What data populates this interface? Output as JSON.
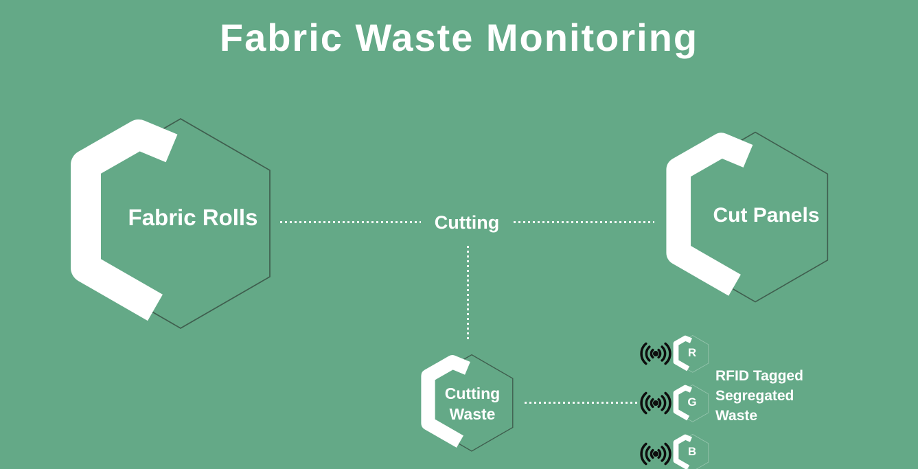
{
  "title": "Fabric Waste Monitoring",
  "colors": {
    "background": "#64a987",
    "hex_outline": "#3f5e4e",
    "text": "#ffffff",
    "rfid_icon": "#0d0d0d"
  },
  "icons": {
    "node_icon": "hex-c-badge-icon",
    "rfid_icon": "rfid-signal-icon"
  },
  "diagram": {
    "fabric_rolls": {
      "label": "Fabric Rolls"
    },
    "cut_panels": {
      "label": "Cut Panels"
    },
    "cutting_waste": {
      "line1": "Cutting",
      "line2": "Waste"
    },
    "connector_label": "Cutting"
  },
  "rfid_section": {
    "tags": [
      {
        "letter": "R"
      },
      {
        "letter": "G"
      },
      {
        "letter": "B"
      }
    ],
    "caption": {
      "line1": "RFID Tagged",
      "line2": "Segregated",
      "line3": "Waste"
    }
  }
}
